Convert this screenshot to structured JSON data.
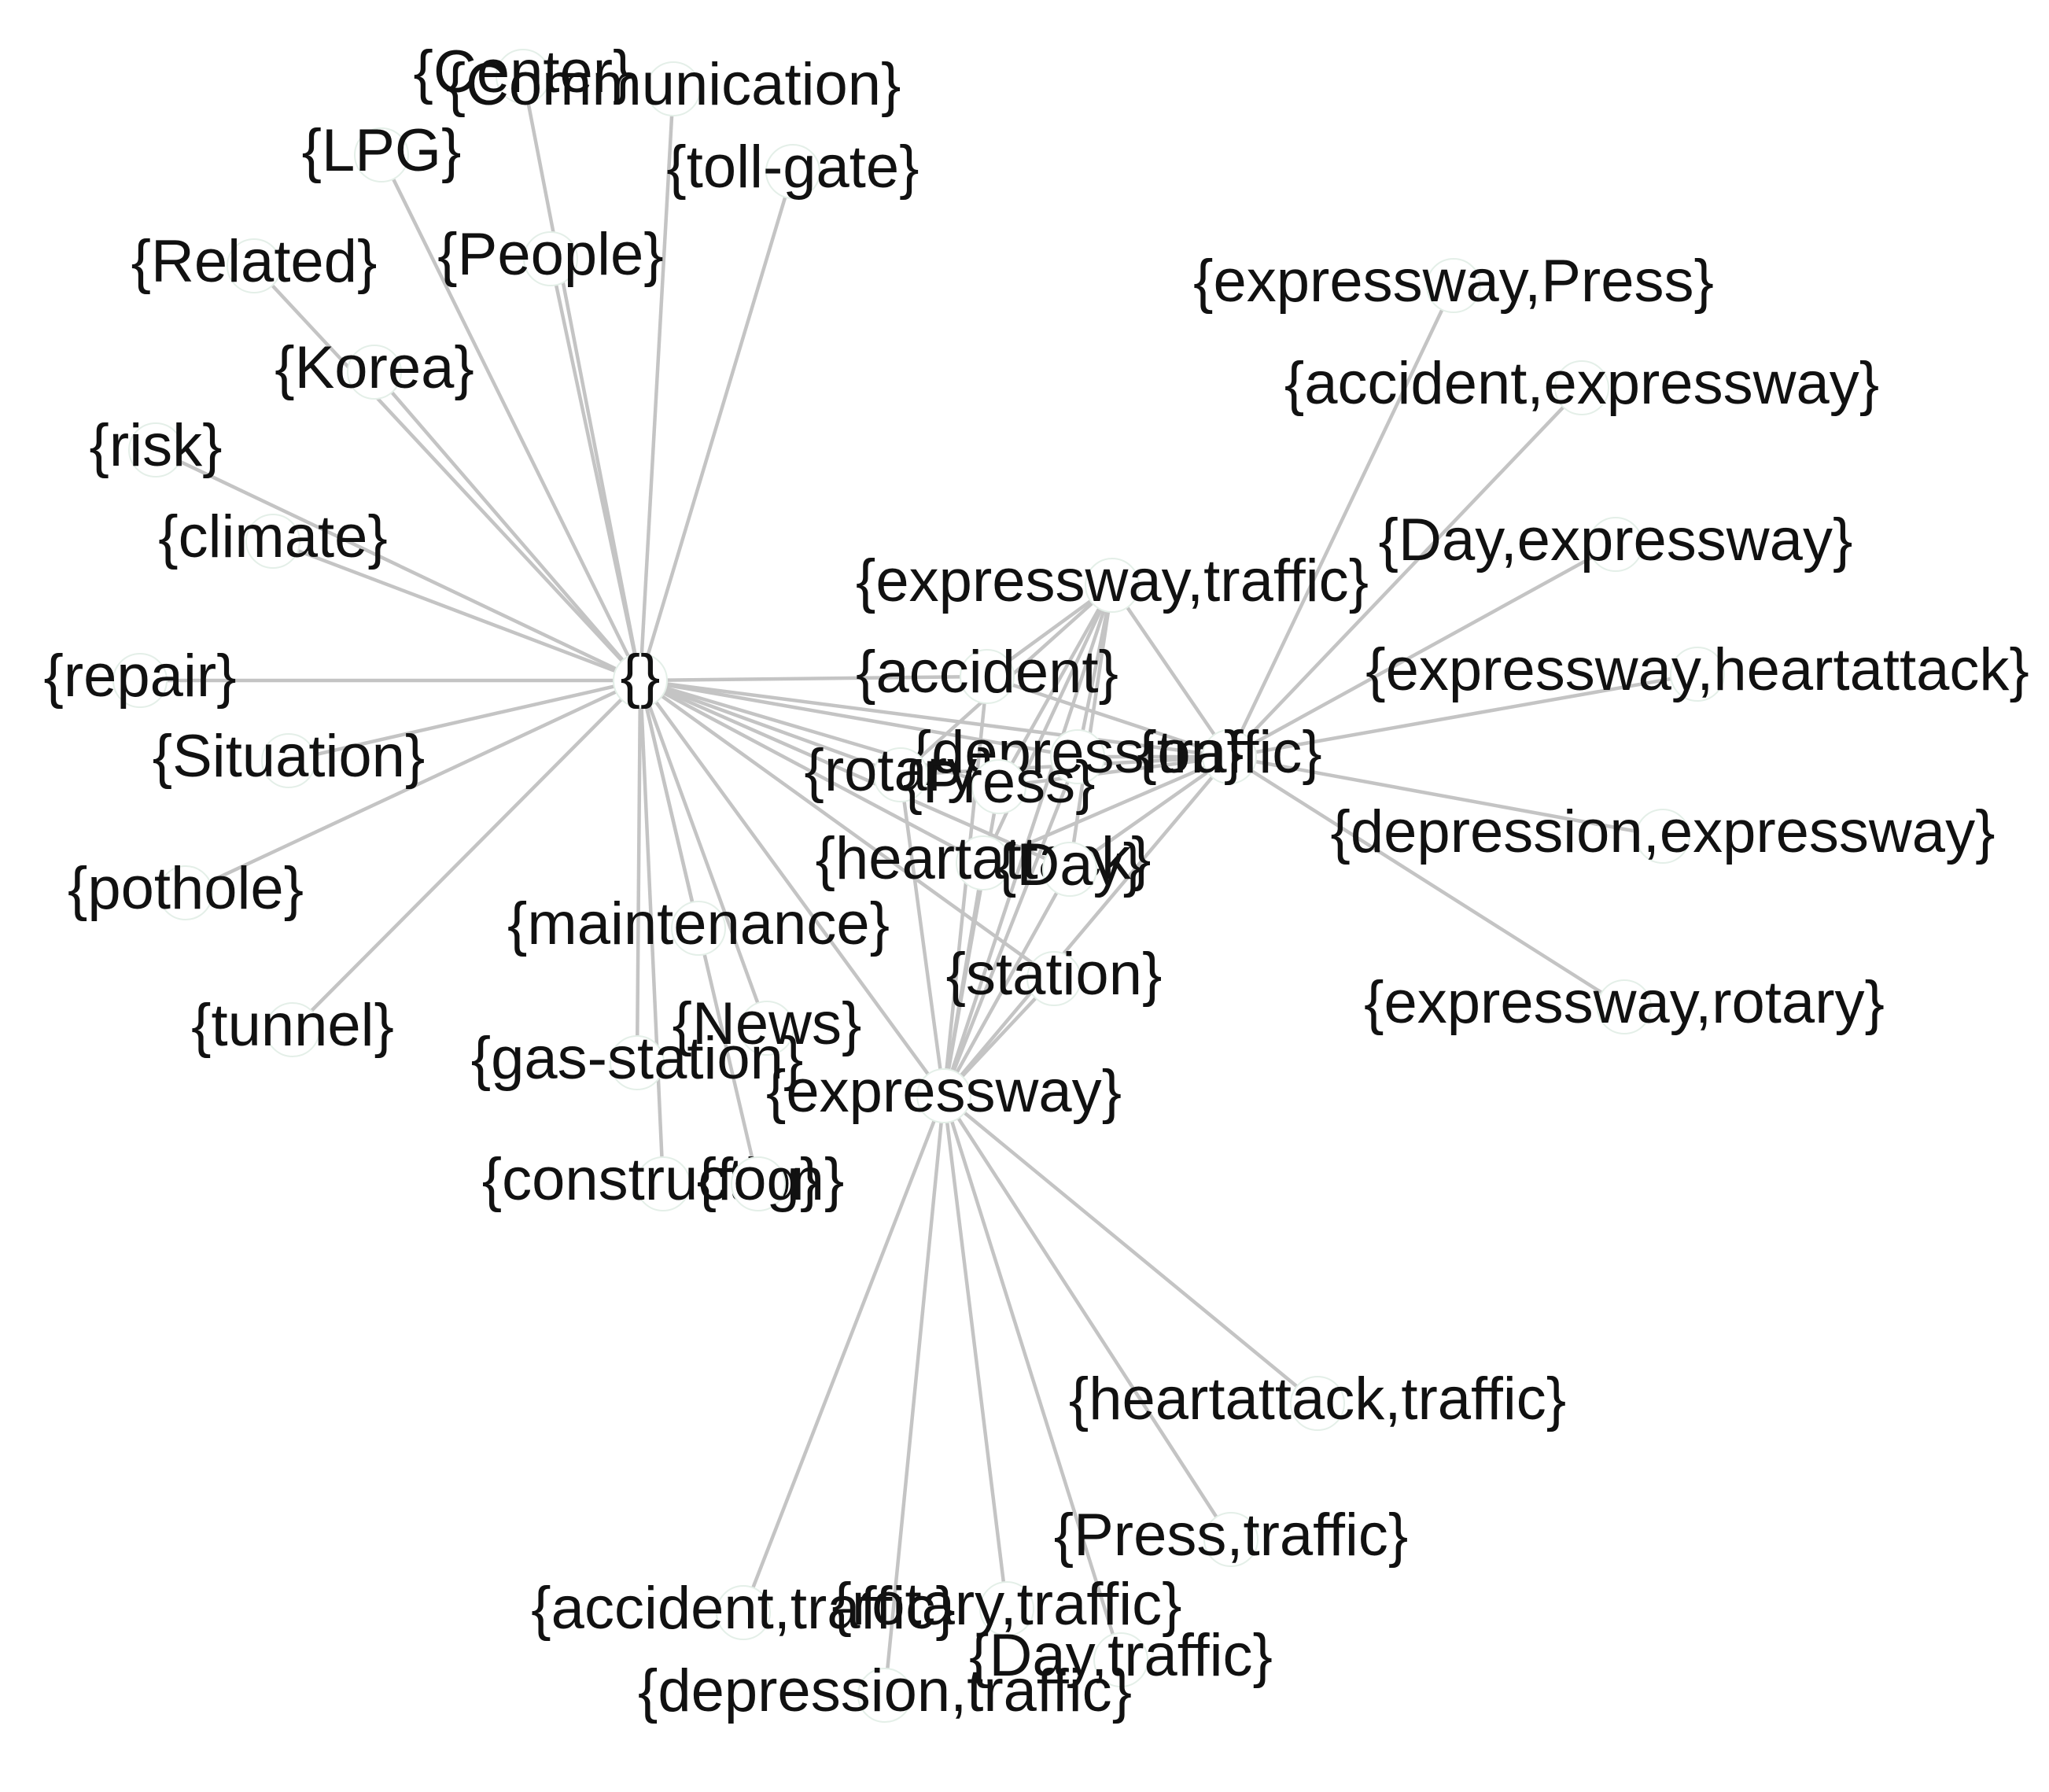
{
  "diagram": {
    "type": "network-graph",
    "edge_color": "#c4c4c4",
    "node_stroke_color": "#e4efe8",
    "label_color": "#111111",
    "nodes": [
      {
        "id": "empty",
        "label": "{}"
      },
      {
        "id": "center",
        "label": "{Center}"
      },
      {
        "id": "communication",
        "label": "{Communication}"
      },
      {
        "id": "lpg",
        "label": "{LPG}"
      },
      {
        "id": "tollgate",
        "label": "{toll-gate}"
      },
      {
        "id": "related",
        "label": "{Related}"
      },
      {
        "id": "people",
        "label": "{People}"
      },
      {
        "id": "korea",
        "label": "{Korea}"
      },
      {
        "id": "risk",
        "label": "{risk}"
      },
      {
        "id": "climate",
        "label": "{climate}"
      },
      {
        "id": "repair",
        "label": "{repair}"
      },
      {
        "id": "situation",
        "label": "{Situation}"
      },
      {
        "id": "pothole",
        "label": "{pothole}"
      },
      {
        "id": "tunnel",
        "label": "{tunnel}"
      },
      {
        "id": "maintenance",
        "label": "{maintenance}"
      },
      {
        "id": "news",
        "label": "{News}"
      },
      {
        "id": "gasstation",
        "label": "{gas-station}"
      },
      {
        "id": "construction",
        "label": "{construction}"
      },
      {
        "id": "fog",
        "label": "{fog}"
      },
      {
        "id": "expressway",
        "label": "{expressway}"
      },
      {
        "id": "traffic",
        "label": "{traffic}"
      },
      {
        "id": "accident",
        "label": "{accident}"
      },
      {
        "id": "depression",
        "label": "{depression}"
      },
      {
        "id": "rotary",
        "label": "{rotary}"
      },
      {
        "id": "press",
        "label": "{Press}"
      },
      {
        "id": "heartattack",
        "label": "{heartattack}"
      },
      {
        "id": "day",
        "label": "{Day}"
      },
      {
        "id": "station",
        "label": "{station}"
      },
      {
        "id": "expressway_traffic",
        "label": "{expressway,traffic}"
      },
      {
        "id": "expressway_press",
        "label": "{expressway,Press}"
      },
      {
        "id": "accident_expressway",
        "label": "{accident,expressway}"
      },
      {
        "id": "day_expressway",
        "label": "{Day,expressway}"
      },
      {
        "id": "expressway_heartattack",
        "label": "{expressway,heartattack}"
      },
      {
        "id": "depression_expressway",
        "label": "{depression,expressway}"
      },
      {
        "id": "expressway_rotary",
        "label": "{expressway,rotary}"
      },
      {
        "id": "heartattack_traffic",
        "label": "{heartattack,traffic}"
      },
      {
        "id": "press_traffic",
        "label": "{Press,traffic}"
      },
      {
        "id": "accident_traffic",
        "label": "{accident,traffic}"
      },
      {
        "id": "rotary_traffic",
        "label": "{rotary,traffic}"
      },
      {
        "id": "day_traffic",
        "label": "{Day,traffic}"
      },
      {
        "id": "depression_traffic",
        "label": "{depression,traffic}"
      }
    ],
    "edges": [
      [
        "empty",
        "center"
      ],
      [
        "empty",
        "communication"
      ],
      [
        "empty",
        "lpg"
      ],
      [
        "empty",
        "tollgate"
      ],
      [
        "empty",
        "related"
      ],
      [
        "empty",
        "people"
      ],
      [
        "empty",
        "korea"
      ],
      [
        "empty",
        "risk"
      ],
      [
        "empty",
        "climate"
      ],
      [
        "empty",
        "repair"
      ],
      [
        "empty",
        "situation"
      ],
      [
        "empty",
        "pothole"
      ],
      [
        "empty",
        "tunnel"
      ],
      [
        "empty",
        "maintenance"
      ],
      [
        "empty",
        "news"
      ],
      [
        "empty",
        "gasstation"
      ],
      [
        "empty",
        "construction"
      ],
      [
        "empty",
        "fog"
      ],
      [
        "empty",
        "expressway"
      ],
      [
        "empty",
        "traffic"
      ],
      [
        "empty",
        "accident"
      ],
      [
        "empty",
        "depression"
      ],
      [
        "empty",
        "rotary"
      ],
      [
        "empty",
        "press"
      ],
      [
        "empty",
        "heartattack"
      ],
      [
        "empty",
        "day"
      ],
      [
        "empty",
        "station"
      ],
      [
        "expressway",
        "expressway_traffic"
      ],
      [
        "traffic",
        "expressway_traffic"
      ],
      [
        "accident",
        "expressway_traffic"
      ],
      [
        "depression",
        "expressway_traffic"
      ],
      [
        "rotary",
        "expressway_traffic"
      ],
      [
        "press",
        "expressway_traffic"
      ],
      [
        "heartattack",
        "expressway_traffic"
      ],
      [
        "day",
        "expressway_traffic"
      ],
      [
        "expressway",
        "accident"
      ],
      [
        "expressway",
        "depression"
      ],
      [
        "expressway",
        "rotary"
      ],
      [
        "expressway",
        "press"
      ],
      [
        "expressway",
        "heartattack"
      ],
      [
        "expressway",
        "day"
      ],
      [
        "expressway",
        "station"
      ],
      [
        "expressway",
        "traffic"
      ],
      [
        "traffic",
        "accident"
      ],
      [
        "traffic",
        "depression"
      ],
      [
        "traffic",
        "rotary"
      ],
      [
        "traffic",
        "press"
      ],
      [
        "traffic",
        "heartattack"
      ],
      [
        "traffic",
        "day"
      ],
      [
        "traffic",
        "expressway_press"
      ],
      [
        "traffic",
        "accident_expressway"
      ],
      [
        "traffic",
        "day_expressway"
      ],
      [
        "traffic",
        "expressway_heartattack"
      ],
      [
        "traffic",
        "depression_expressway"
      ],
      [
        "traffic",
        "expressway_rotary"
      ],
      [
        "expressway",
        "heartattack_traffic"
      ],
      [
        "expressway",
        "press_traffic"
      ],
      [
        "expressway",
        "accident_traffic"
      ],
      [
        "expressway",
        "rotary_traffic"
      ],
      [
        "expressway",
        "day_traffic"
      ],
      [
        "expressway",
        "depression_traffic"
      ]
    ]
  }
}
